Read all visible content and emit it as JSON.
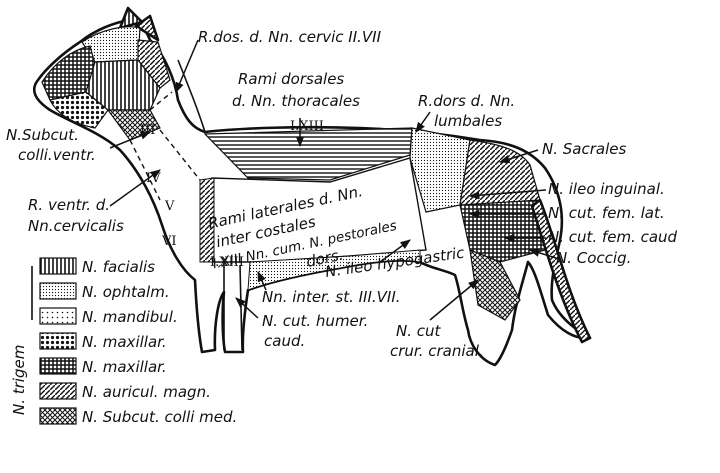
{
  "labels": {
    "r_dos_cervic": "R.dos. d. Nn. cervic II.VII",
    "rami_dorsales_1": "Rami dorsales",
    "rami_dorsales_2": "d. Nn. thoracales",
    "roman_1_13": "I.XIII",
    "r_dors_lumb_1": "R.dors d. Nn.",
    "r_dors_lumb_2": "lumbales",
    "n_sacrales": "N. Sacrales",
    "n_subcut_1": "N.Subcut.",
    "n_subcut_2": "colli.ventr.",
    "roman_III": "III",
    "roman_IV": "IV",
    "roman_V": "V",
    "roman_VI": "VI",
    "r_ventr_1": "R. ventr. d.",
    "r_ventr_2": "Nn.cervicalis",
    "rami_lat_1": "Rami laterales d. Nn.",
    "rami_lat_2": "inter costales",
    "rami_lat_3": "I.XIII Nn. cum. N. pestorales",
    "rami_lat_4": "dors.",
    "n_ileo_inguinal": "N. ileo inguinal.",
    "n_cut_fem_lat": "N. cut. fem. lat.",
    "n_cut_fem_caud": "N. cut. fem. caud",
    "n_coccig": "N. Coccig.",
    "n_ileo_hypo": "N. ileo hypogastric",
    "roman_I_XIII_b": "I.XIII",
    "nn_inter_st": "Nn. inter. st. III.VII.",
    "n_cut_humer_1": "N. cut. humer.",
    "n_cut_humer_2": "caud.",
    "n_cut_crur_1": "N. cut",
    "n_cut_crur_2": "crur. cranial.",
    "n_trigem": "N. trigem"
  },
  "legend": [
    {
      "label": "N. facialis",
      "pattern": "vlines"
    },
    {
      "label": "N. ophtalm.",
      "pattern": "dots-fine"
    },
    {
      "label": "N. mandibul.",
      "pattern": "dots-sparse"
    },
    {
      "label": "N. maxillar.",
      "pattern": "dots-coarse"
    },
    {
      "label": "N. maxillar.",
      "pattern": "grid"
    },
    {
      "label": "N. auricul. magn.",
      "pattern": "diag"
    },
    {
      "label": "N. Subcut. colli med.",
      "pattern": "crosshatch"
    }
  ],
  "colors": {
    "ink": "#111111",
    "paper": "#ffffff"
  }
}
